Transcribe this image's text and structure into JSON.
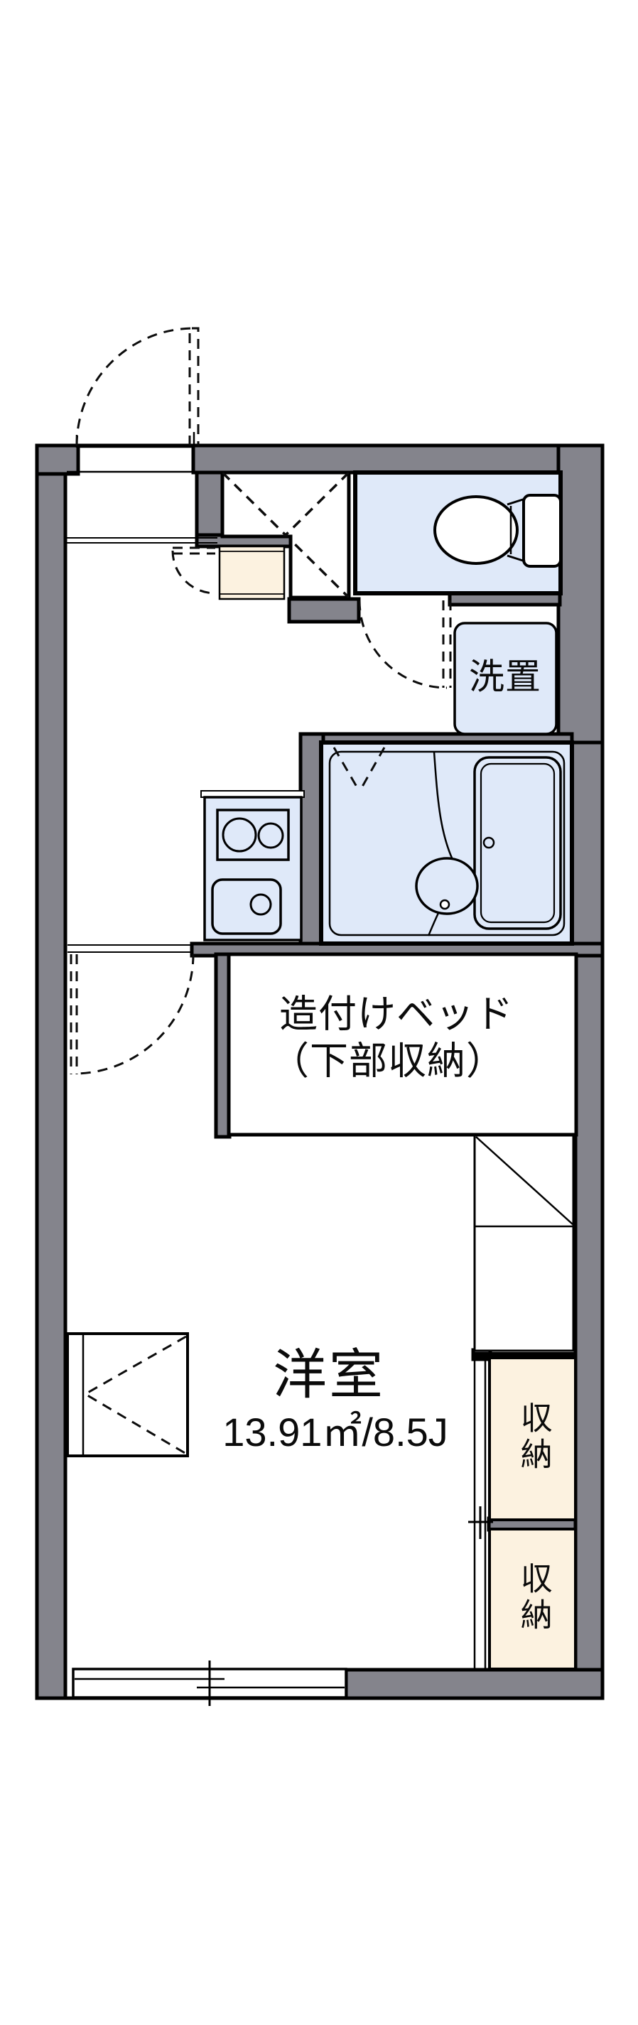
{
  "plan": {
    "labels": {
      "washer": "洗置",
      "bed_line1": "造付けベッド",
      "bed_line2": "（下部収納）",
      "room_name": "洋室",
      "room_size": "13.91㎡/8.5J",
      "closet_upper": "収納",
      "closet_lower": "収納"
    },
    "colors": {
      "wall": "#84848c",
      "wet_area": "#dfe9f9",
      "storage": "#fcf2e0",
      "line": "#000000",
      "background": "#ffffff"
    }
  }
}
